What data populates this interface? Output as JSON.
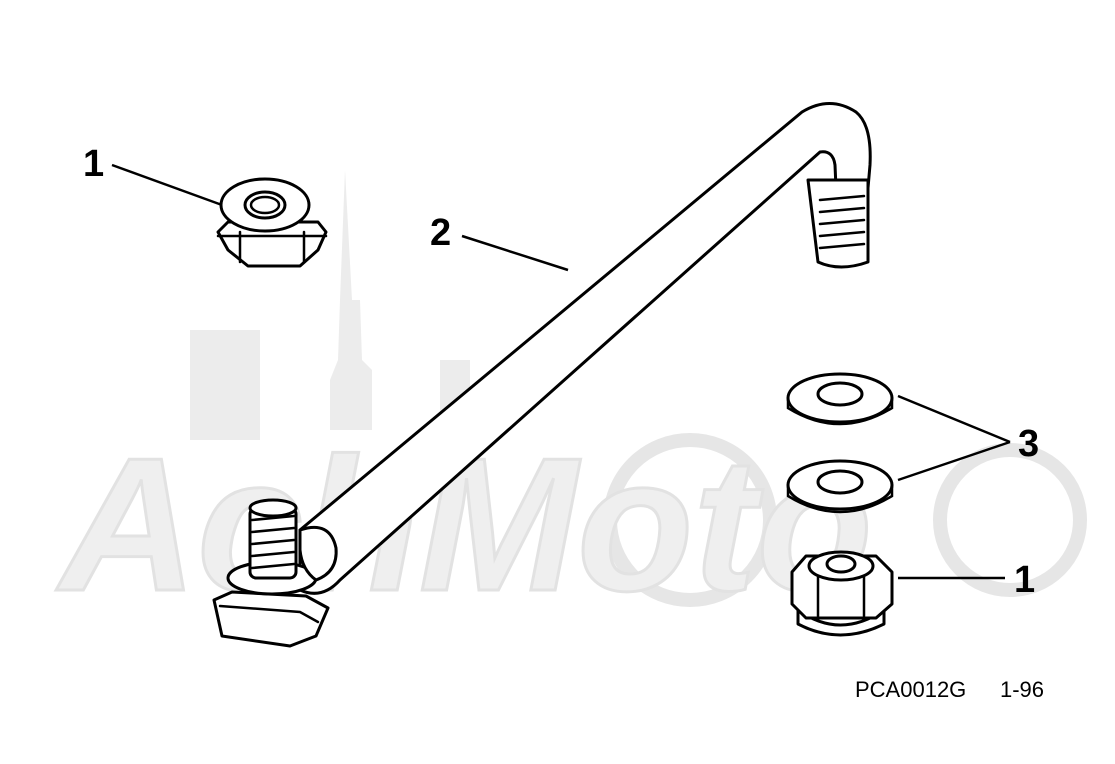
{
  "callouts": {
    "nut_top": "1",
    "link_rod": "2",
    "washers": "3",
    "nut_bottom": "1"
  },
  "figure_code": "PCA0012G",
  "figure_date": "1-96",
  "watermark": "AchMoto"
}
